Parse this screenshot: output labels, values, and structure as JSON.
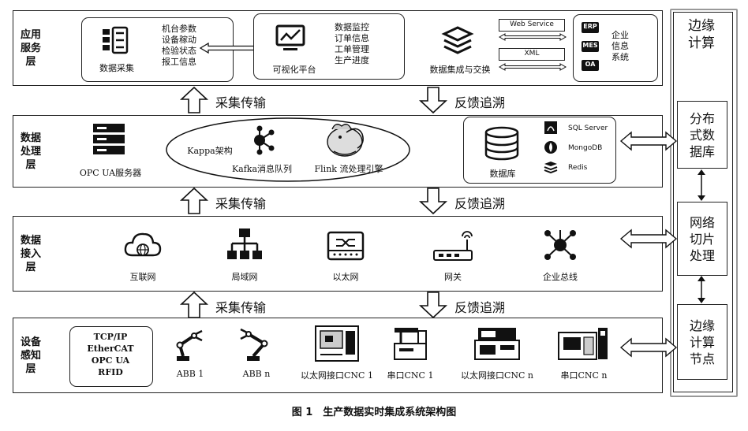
{
  "layers": {
    "application": {
      "label": "应用\n服务\n层",
      "data_collection": {
        "label": "数据采集",
        "items": [
          "机台参数",
          "设备稼动",
          "检验状态",
          "报工信息"
        ]
      },
      "visualization": {
        "label": "可视化平台",
        "items": [
          "数据监控",
          "订单信息",
          "工单管理",
          "生产进度"
        ]
      },
      "integration": {
        "label": "数据集成与交换",
        "web_service": "Web Service",
        "xml": "XML"
      },
      "enterprise": {
        "label": "企业\n信息\n系统",
        "erp": "ERP",
        "mes": "MES",
        "oa": "OA"
      }
    },
    "processing": {
      "label": "数据\n处理\n层",
      "opc_server": "OPC UA服务器",
      "kappa": "Kappa架构",
      "kafka": "Kafka消息队列",
      "flink": "Flink 流处理引擎",
      "database": "数据库",
      "sql_server": "SQL Server",
      "mongodb": "MongoDB",
      "redis": "Redis"
    },
    "access": {
      "label": "数据\n接入\n层",
      "internet": "互联网",
      "lan": "局域网",
      "ethernet": "以太网",
      "gateway": "网关",
      "bus": "企业总线"
    },
    "perception": {
      "label": "设备\n感知\n层",
      "protocols": [
        "TCP/IP",
        "EtherCAT",
        "OPC UA",
        "RFID"
      ],
      "abb1": "ABB 1",
      "abbn": "ABB n",
      "eth_cnc1": "以太网接口CNC 1",
      "serial_cnc1": "串口CNC 1",
      "eth_cncn": "以太网接口CNC n",
      "serial_cncn": "串口CNC n"
    }
  },
  "arrows": {
    "up": "采集传输",
    "down": "反馈追溯"
  },
  "edge": {
    "title": "边缘\n计算",
    "distributed_db": "分布\n式数\n据库",
    "slicing": "网络\n切片\n处理",
    "node": "边缘\n计算\n节点"
  },
  "caption": "图 1　生产数据实时集成系统架构图"
}
